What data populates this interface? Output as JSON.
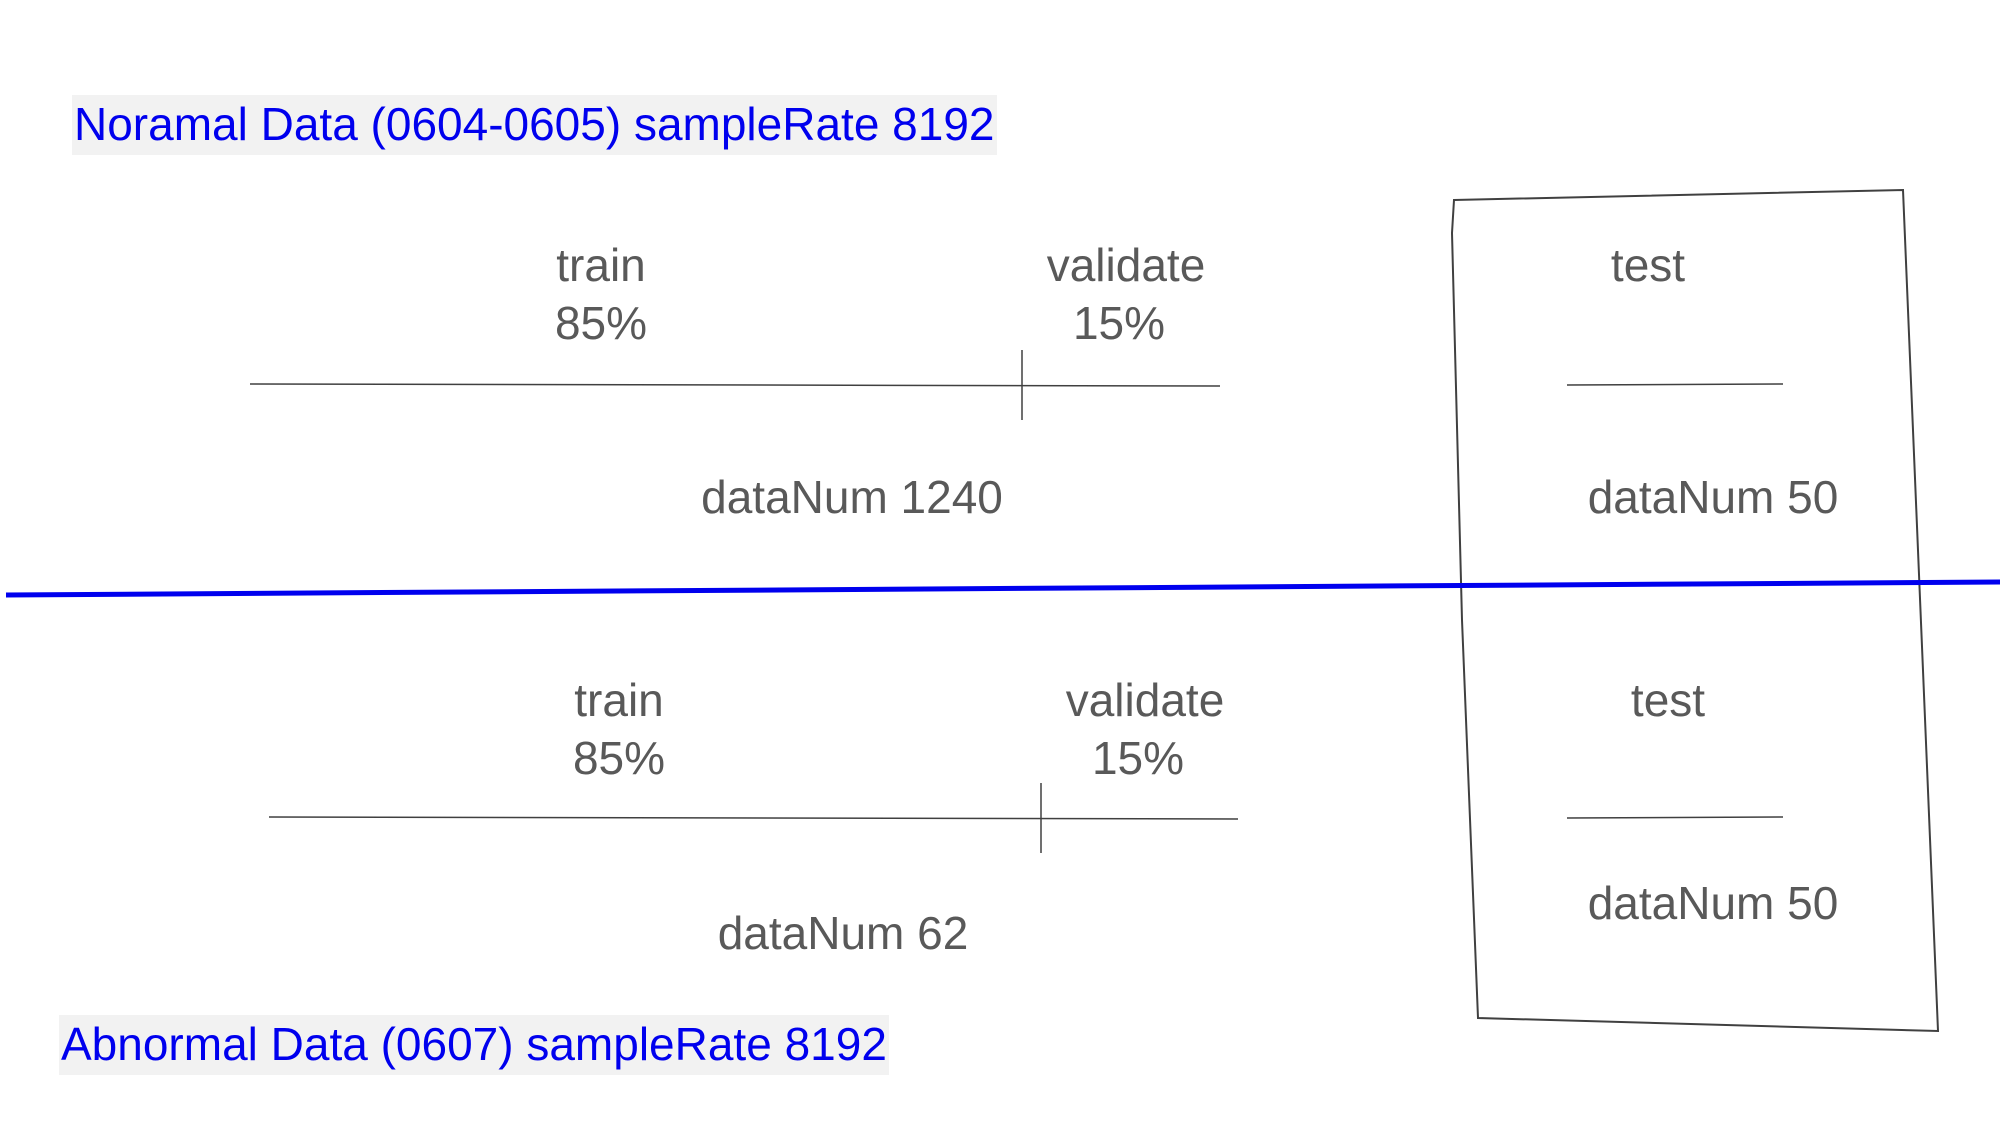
{
  "header": {
    "normal_label": "Noramal Data (0604-0605) sampleRate 8192",
    "abnormal_label": "Abnormal Data (0607) sampleRate 8192"
  },
  "normal": {
    "train_label": "train",
    "train_pct": "85%",
    "validate_label": "validate",
    "validate_pct": "15%",
    "datanum": "dataNum 1240",
    "test_label": "test",
    "test_datanum": "dataNum 50"
  },
  "abnormal": {
    "train_label": "train",
    "train_pct": "85%",
    "validate_label": "validate",
    "validate_pct": "15%",
    "datanum": "dataNum 62",
    "test_label": "test",
    "test_datanum": "dataNum 50"
  },
  "colors": {
    "accent": "#0000ee",
    "text": "#595959",
    "line": "#404040"
  }
}
